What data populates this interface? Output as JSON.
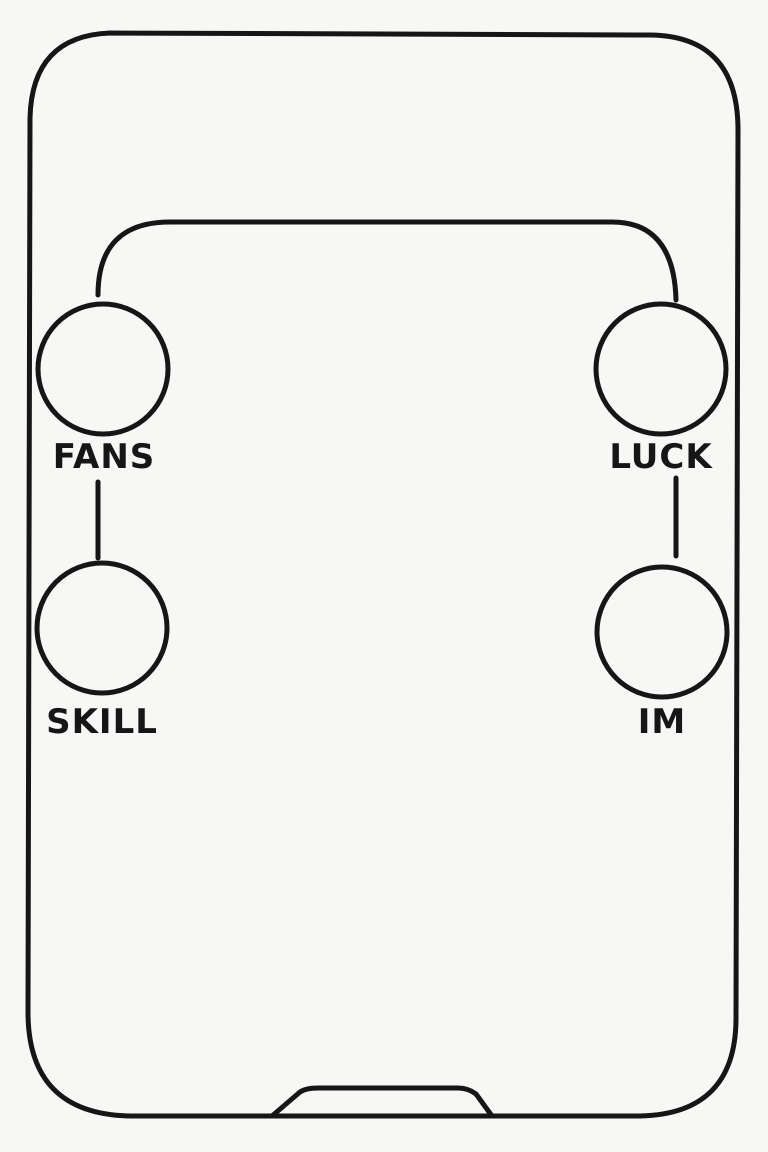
{
  "diagram": {
    "nodes": [
      {
        "id": "fans",
        "label": "FANS"
      },
      {
        "id": "luck",
        "label": "LUCK"
      },
      {
        "id": "skill",
        "label": "SKILL"
      },
      {
        "id": "im",
        "label": "IM"
      }
    ],
    "edges": [
      {
        "from": "fans",
        "to": "luck",
        "style": "arch"
      },
      {
        "from": "fans",
        "to": "skill",
        "style": "straight"
      },
      {
        "from": "luck",
        "to": "im",
        "style": "straight"
      }
    ],
    "colors": {
      "ink": "#161616",
      "paper": "#f7f7f5"
    }
  }
}
